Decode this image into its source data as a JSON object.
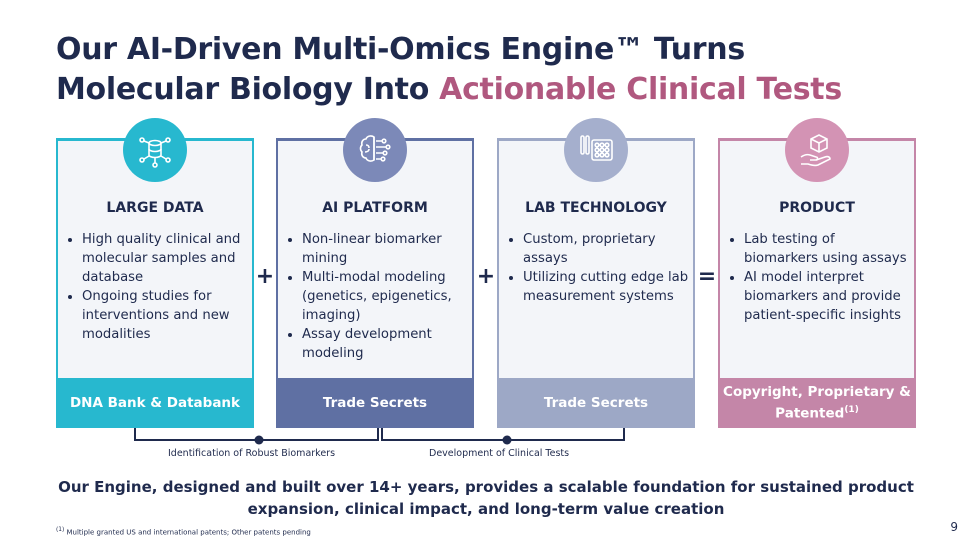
{
  "title": {
    "line1": "Our AI-Driven Multi-Omics Engine™ Turns",
    "line2_prefix": "Molecular Biology Into ",
    "line2_accent": "Actionable Clinical Tests"
  },
  "columns": [
    {
      "heading": "LARGE DATA",
      "icon": "data-network-icon",
      "bullets": [
        "High quality clinical and molecular samples and database",
        "Ongoing studies for interventions and new modalities"
      ],
      "footer": "DNA Bank & Databank",
      "color": "#27b8cf"
    },
    {
      "heading": "AI PLATFORM",
      "icon": "brain-circuit-icon",
      "bullets": [
        "Non-linear biomarker mining",
        "Multi-modal modeling (genetics, epigenetics, imaging)",
        "Assay development modeling"
      ],
      "footer": "Trade Secrets",
      "color": "#5f70a3"
    },
    {
      "heading": "LAB TECHNOLOGY",
      "icon": "lab-plate-icon",
      "bullets": [
        "Custom, proprietary assays",
        "Utilizing cutting edge lab measurement systems"
      ],
      "footer": "Trade Secrets",
      "color": "#9da8c6"
    },
    {
      "heading": "PRODUCT",
      "icon": "hand-box-icon",
      "bullets": [
        "Lab testing of biomarkers using assays",
        "AI model interpret biomarkers and provide patient-specific insights"
      ],
      "footer": "Copyright, Proprietary & Patented",
      "footer_sup": "(1)",
      "color": "#c486a8"
    }
  ],
  "operators": [
    "+",
    "+",
    "="
  ],
  "connectors": {
    "left_label": "Identification of Robust Biomarkers",
    "right_label": "Development of Clinical Tests"
  },
  "bottom_text": "Our Engine, designed and built over 14+ years, provides a scalable foundation for sustained product expansion, clinical impact, and long-term value creation",
  "footnote": {
    "marker": "(1)",
    "text": " Multiple granted US and international patents; Other patents pending"
  },
  "page_number": "9",
  "colors": {
    "navy": "#1f2a4d",
    "accent": "#b0587f",
    "teal": "#27b8cf",
    "slate": "#5f70a3",
    "lavender": "#9da8c6",
    "pink": "#c486a8"
  }
}
